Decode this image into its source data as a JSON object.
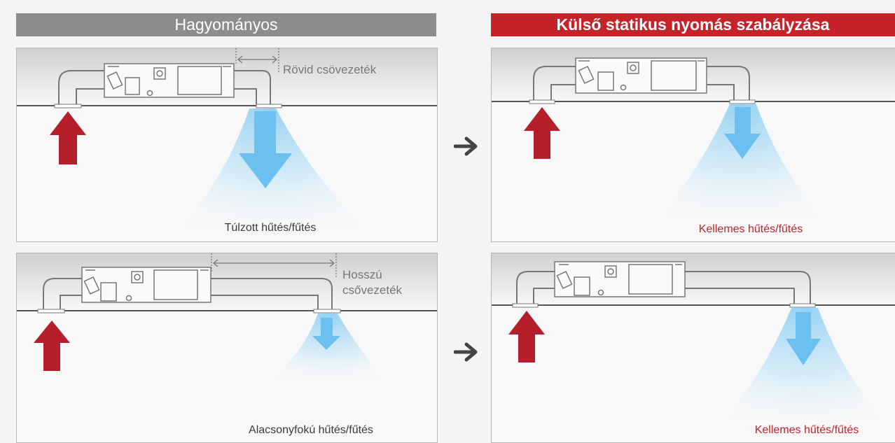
{
  "headers": {
    "left": "Hagyományos",
    "right": "Külső statikus nyomás szabályzása"
  },
  "panels": {
    "top_left": {
      "dim_label": "Rövid csövezeték",
      "caption": "Túlzott hűtés/fűtés"
    },
    "bottom_left": {
      "dim_label_line1": "Hosszú",
      "dim_label_line2": "csővezeték",
      "caption": "Alacsonyfokú hűtés/fűtés"
    },
    "top_right": {
      "caption": "Kellemes hűtés/fűtés"
    },
    "bottom_right": {
      "caption": "Kellemes hűtés/fűtés"
    }
  },
  "colors": {
    "accent_red": "#c62229",
    "header_gray": "#8c8c8c",
    "airflow_blue": "#6cc0ef",
    "intake_red": "#b41f2b",
    "next_arrow": "#444444"
  },
  "icons": [
    "right-arrow-icon",
    "intake-arrow-icon",
    "outflow-arrow-icon",
    "duct-unit-icon"
  ]
}
